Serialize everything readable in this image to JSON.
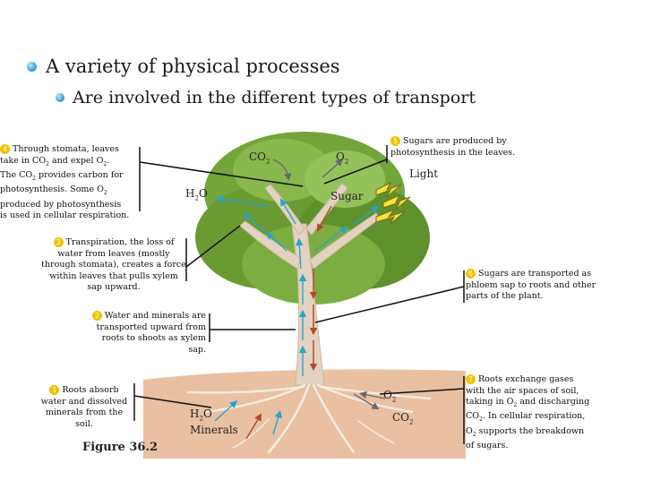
{
  "bullets": {
    "main": "A variety of physical processes",
    "sub": "Are involved in the different types of transport"
  },
  "annotations": {
    "a1": {
      "num": "1",
      "text": "Roots absorb water and dissolved minerals from the soil."
    },
    "a2": {
      "num": "2",
      "text": "Water and minerals are transported upward from roots to shoots as xylem sap."
    },
    "a3": {
      "num": "3",
      "text": "Transpiration, the loss of water from leaves (mostly through stomata), creates a force within leaves that pulls xylem sap upward."
    },
    "a4": {
      "num": "4",
      "line1": "Through stomata, leaves",
      "line2a": "take in CO",
      "line2b": " and expel O",
      "line2c": ".",
      "line3a": "The CO",
      "line3b": " provides carbon for",
      "line4": "photosynthesis. Some O",
      "line5": "produced by photosynthesis",
      "line6": "is used in cellular respiration."
    },
    "a5": {
      "num": "5",
      "text": "Sugars are produced by photosynthesis in the leaves."
    },
    "a6": {
      "num": "6",
      "text": "Sugars are transported as phloem sap to roots and other parts of the plant."
    },
    "a7": {
      "num": "7",
      "line1": "Roots exchange gases",
      "line2": "with the air spaces of soil,",
      "line3a": "taking in O",
      "line3b": " and discharging",
      "line4a": "CO",
      "line4b": ". In cellular respiration,",
      "line5a": "O",
      "line5b": " supports the breakdown",
      "line6": "of sugars."
    }
  },
  "labels": {
    "co2": "CO",
    "o2": "O",
    "h2o": "H",
    "h2o_tail": "O",
    "sub2": "2",
    "sugar": "Sugar",
    "light": "Light",
    "h2o_roots": "H",
    "minerals": "Minerals"
  },
  "figure": "Figure 36.2"
}
